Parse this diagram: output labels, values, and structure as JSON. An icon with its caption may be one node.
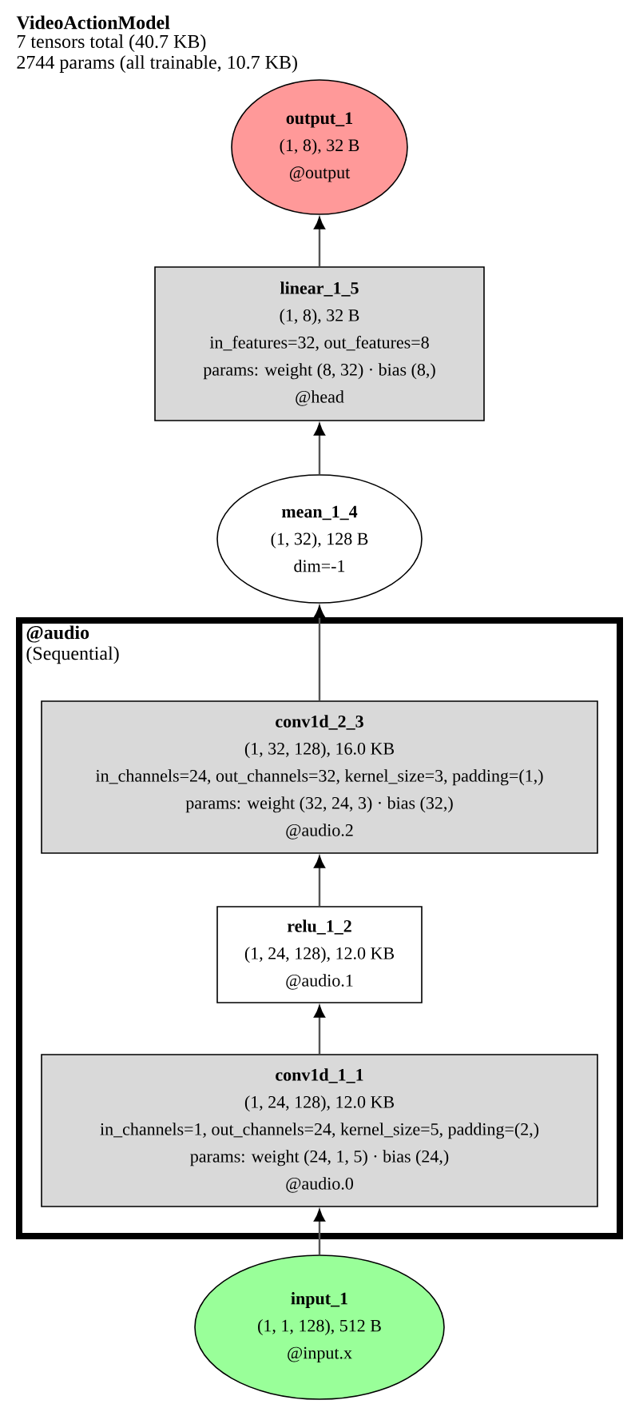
{
  "diagram": {
    "title": "VideoActionModel",
    "nodes": [
      {
        "text": [
          "output_1",
          "(1, 8), 32 B",
          "@output"
        ]
      },
      {
        "text": [
          "linear_1_5",
          "(1, 8), 32 B",
          "in_features=32, out_features=8",
          "params: weight (8, 32) · bias (8,)",
          "@head"
        ]
      },
      {
        "text": [
          "mean_1_4",
          "(1, 32), 128 B",
          "dim=-1"
        ]
      },
      {
        "text": [
          "@audio",
          "(Sequential)"
        ]
      },
      {
        "text": [
          "conv1d_2_3",
          "(1, 32, 128), 16.0 KB",
          "in_channels=24, out_channels=32, kernel_size=3, padding=(1,)",
          "params: weight (32, 24, 3) · bias (32,)",
          "@audio.2"
        ],
        "in": 3
      },
      {
        "text": [
          "relu_1_2",
          "(1, 24, 128), 12.0 KB",
          "@audio.1"
        ],
        "in": 3
      },
      {
        "text": [
          "conv1d_1_1",
          "(1, 24, 128), 12.0 KB",
          "in_channels=1, out_channels=24, kernel_size=5, padding=(2,)",
          "params: weight (24, 1, 5) · bias (24,)",
          "@audio.0"
        ],
        "in": 3
      },
      {
        "text": [
          "input_1",
          "(1, 1, 128), 512 B",
          "@input.x"
        ]
      }
    ],
    "edges": [
      {
        "from": 7,
        "to": 6,
        "arrow": "to"
      },
      {
        "from": 6,
        "to": 5,
        "arrow": "to"
      },
      {
        "from": 5,
        "to": 4,
        "arrow": "to"
      },
      {
        "from": 4,
        "to": 2,
        "arrow": "to"
      },
      {
        "from": 2,
        "to": 1,
        "arrow": "to"
      },
      {
        "from": 1,
        "to": 0,
        "arrow": "to"
      }
    ],
    "labels": [
      "7 tensors total (40.7 KB)",
      "2744 params (all trainable, 10.7 KB)"
    ]
  }
}
